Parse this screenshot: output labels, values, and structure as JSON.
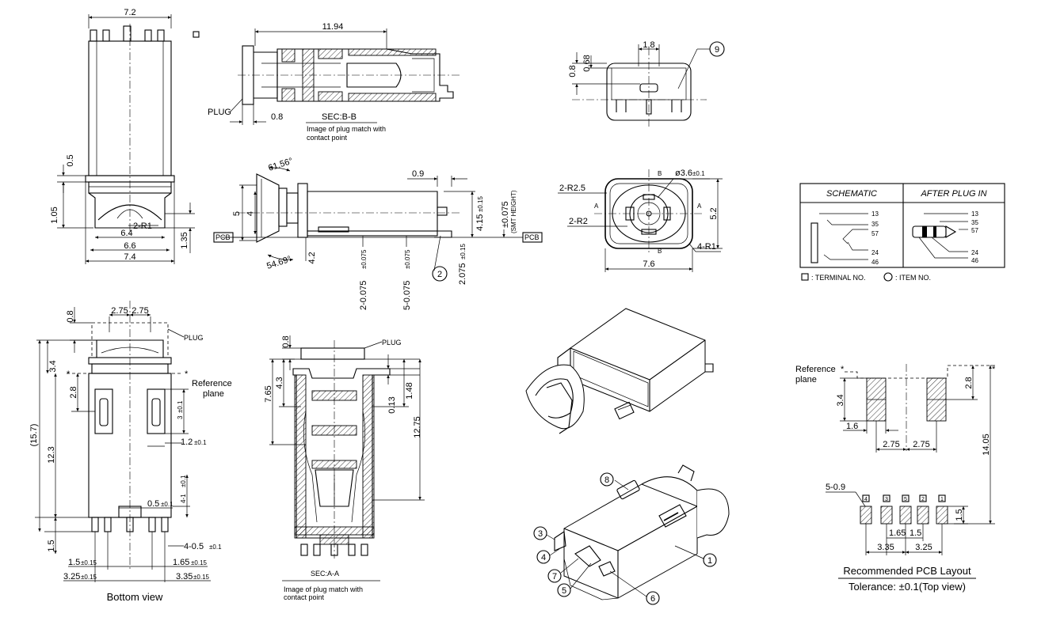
{
  "top_view": {
    "dim_width": "7.2",
    "dim_0_5": "0.5",
    "dim_1_05": "1.05",
    "radius": "2-R1",
    "dim_6_4": "6.4",
    "dim_6_6": "6.6",
    "dim_7_4": "7.4",
    "dim_1_35": "1.35"
  },
  "section_bb": {
    "dim_length": "11.94",
    "plug_label": "PLUG",
    "dim_0_8": "0.8",
    "title": "SEC:B-B",
    "caption_line1": "Image of plug match with",
    "caption_line2": "contact point"
  },
  "side_view": {
    "angle_top": "61.56°",
    "angle_bottom": "54.69°",
    "dim_5": "5",
    "dim_4": "4",
    "dim_4_2": "4.2",
    "dim_0_9": "0.9",
    "dim_4_15": "4.15",
    "dim_4_15_tol": "±0.15",
    "dim_smt": "±0.075",
    "smt_label": "(SMT HEIGHT)",
    "pcb_left": "PCB",
    "pcb_right": "PCB",
    "dim_2": "2-0.075",
    "dim_2_tol": "±0.075",
    "dim_5v": "5-0.075",
    "dim_5v_tol": "±0.075",
    "dim_2_075": "2.075",
    "dim_2_075_tol": "±0.15",
    "item_2": "2"
  },
  "end_view_top": {
    "dim_1_8": "1.8",
    "dim_0_8": "0.8",
    "dim_0_68": "0.68",
    "item_9": "9"
  },
  "end_view_front": {
    "dim_r2_5": "2-R2.5",
    "dim_r2": "2-R2",
    "dim_dia": "ø3.6",
    "dim_dia_tol": "±0.1",
    "dim_5_2": "5.2",
    "dim_7_6": "7.6",
    "dim_4r1": "4-R1",
    "sec_a": "A",
    "sec_b": "B"
  },
  "schematic": {
    "header_left": "SCHEMATIC",
    "header_right": "AFTER PLUG IN",
    "terminals_top": [
      "13",
      "35",
      "57"
    ],
    "terminals_bottom": [
      "24",
      "46"
    ],
    "legend_terminal": ": TERMINAL NO.",
    "legend_item": ": ITEM NO."
  },
  "bottom_view": {
    "dim_0_8": "0.8",
    "dim_2_75_l": "2.75",
    "dim_2_75_r": "2.75",
    "plug_label": "PLUG",
    "ref_plane_1": "Reference",
    "ref_plane_2": "plane",
    "dim_3_4": "3.4",
    "dim_2_8": "2.8",
    "dim_3": "3",
    "dim_3_tol": "±0.1",
    "dim_15_7": "(15.7)",
    "dim_12_3": "12.3",
    "dim_1_2": "1.2",
    "dim_1_2_tol": "±0.1",
    "dim_4_1": "4-1",
    "dim_4_1_tol": "±0.1",
    "dim_0_5": "0.5",
    "dim_0_5_tol": "±0.1",
    "dim_1_5": "1.5",
    "dim_4_05": "4-0.5",
    "dim_4_05_tol": "±0.1",
    "dim_1_5b": "1.5",
    "dim_1_5b_tol": "±0.15",
    "dim_1_65": "1.65",
    "dim_1_65_tol": "±0.15",
    "dim_3_25": "3.25",
    "dim_3_25_tol": "±0.15",
    "dim_3_35": "3.35",
    "dim_3_35_tol": "±0.15",
    "caption": "Bottom  view"
  },
  "section_aa": {
    "dim_0_8": "0.8",
    "plug_label": "PLUG",
    "dim_7_65": "7.65",
    "dim_4_3": "4.3",
    "dim_0_13": "0.13",
    "dim_1_48": "1.48",
    "dim_12_75": "12.75",
    "title": "SEC:A-A",
    "caption_line1": "Image of plug match with",
    "caption_line2": "contact point"
  },
  "iso_view": {
    "items": [
      "8",
      "3",
      "4",
      "7",
      "5",
      "6",
      "1"
    ]
  },
  "pcb_layout": {
    "ref_plane_1": "Reference",
    "ref_plane_2": "plane",
    "dim_2_8": "2.8",
    "dim_3_4": "3.4",
    "dim_1_6": "1.6",
    "dim_2_75_l": "2.75",
    "dim_2_75_r": "2.75",
    "dim_14_05": "14.05",
    "dim_5_09": "5-0.9",
    "pad_numbers": [
      "4",
      "3",
      "5",
      "2",
      "1"
    ],
    "dim_1_65": "1.65",
    "dim_1_5": "1.5",
    "dim_1_5v": "1.5",
    "dim_3_35": "3.35",
    "dim_3_25": "3.25",
    "title": "Recommended  PCB  Layout",
    "tolerance": "Tolerance:  ±0.1(Top  view)"
  }
}
